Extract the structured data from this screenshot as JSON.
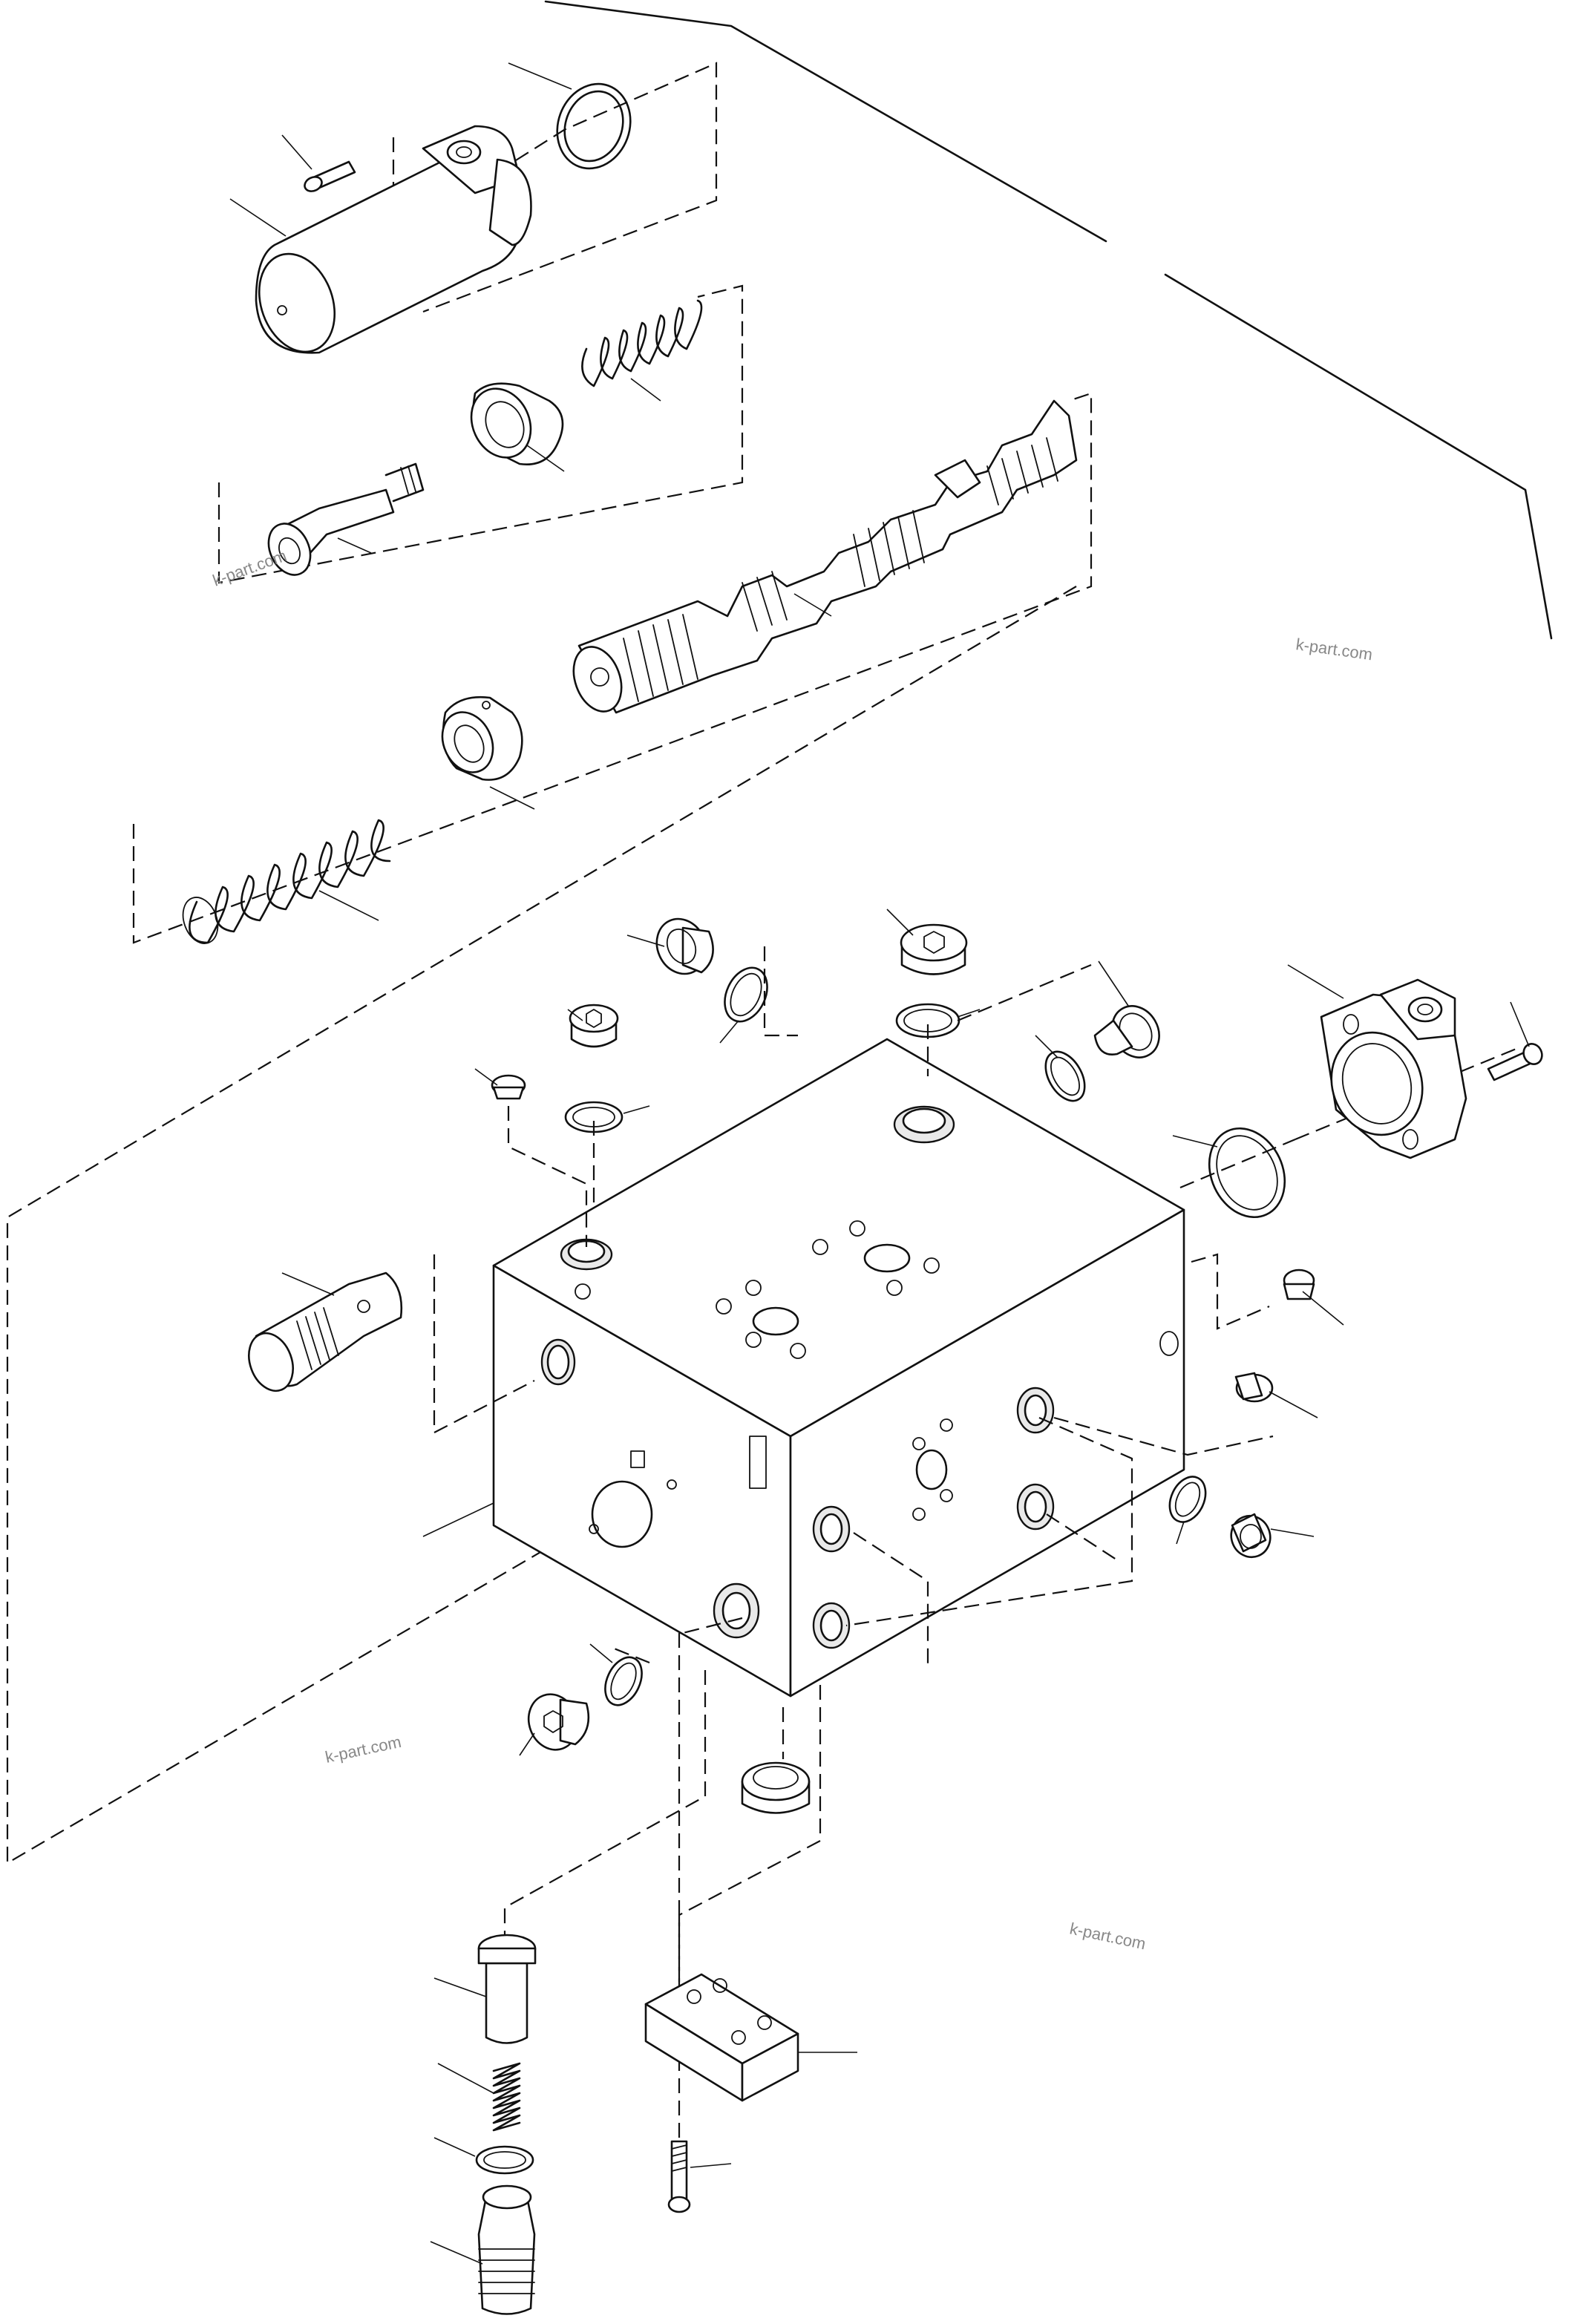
{
  "watermarks": [
    "k-part.com",
    "k-part.com",
    "k-part.com",
    "k-part.com"
  ],
  "colors": {
    "line": "#111111",
    "background": "#ffffff",
    "watermark": "#888888"
  }
}
